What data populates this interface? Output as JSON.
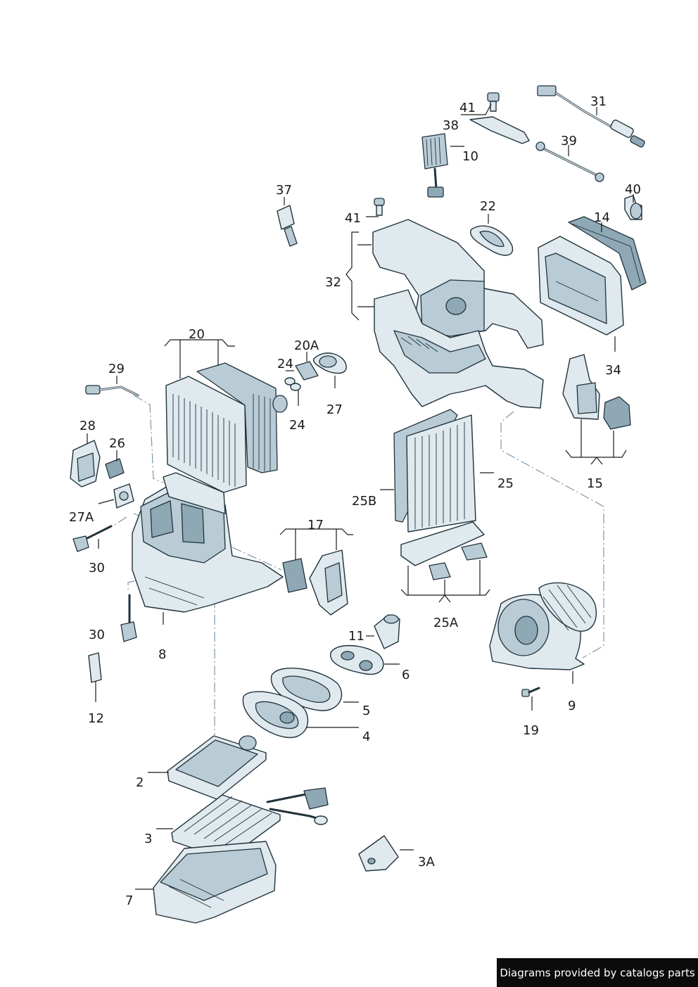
{
  "labels": {
    "l41a": "41",
    "l31": "31",
    "l38": "38",
    "l10": "10",
    "l39": "39",
    "l37": "37",
    "l40": "40",
    "l41b": "41",
    "l22": "22",
    "l14": "14",
    "l32": "32",
    "l20": "20",
    "l20a": "20A",
    "l24a": "24",
    "l24b": "24",
    "l27": "27",
    "l34": "34",
    "l29": "29",
    "l28": "28",
    "l26": "26",
    "l27a": "27A",
    "l30a": "30",
    "l17": "17",
    "l25": "25",
    "l25b": "25B",
    "l15": "15",
    "l30b": "30",
    "l8": "8",
    "l11": "11",
    "l25a": "25A",
    "l6": "6",
    "l12": "12",
    "l5": "5",
    "l4": "4",
    "l9": "9",
    "l19": "19",
    "l2": "2",
    "l3": "3",
    "l3a": "3A",
    "l7": "7"
  },
  "credit": "Diagrams provided by catalogs parts"
}
